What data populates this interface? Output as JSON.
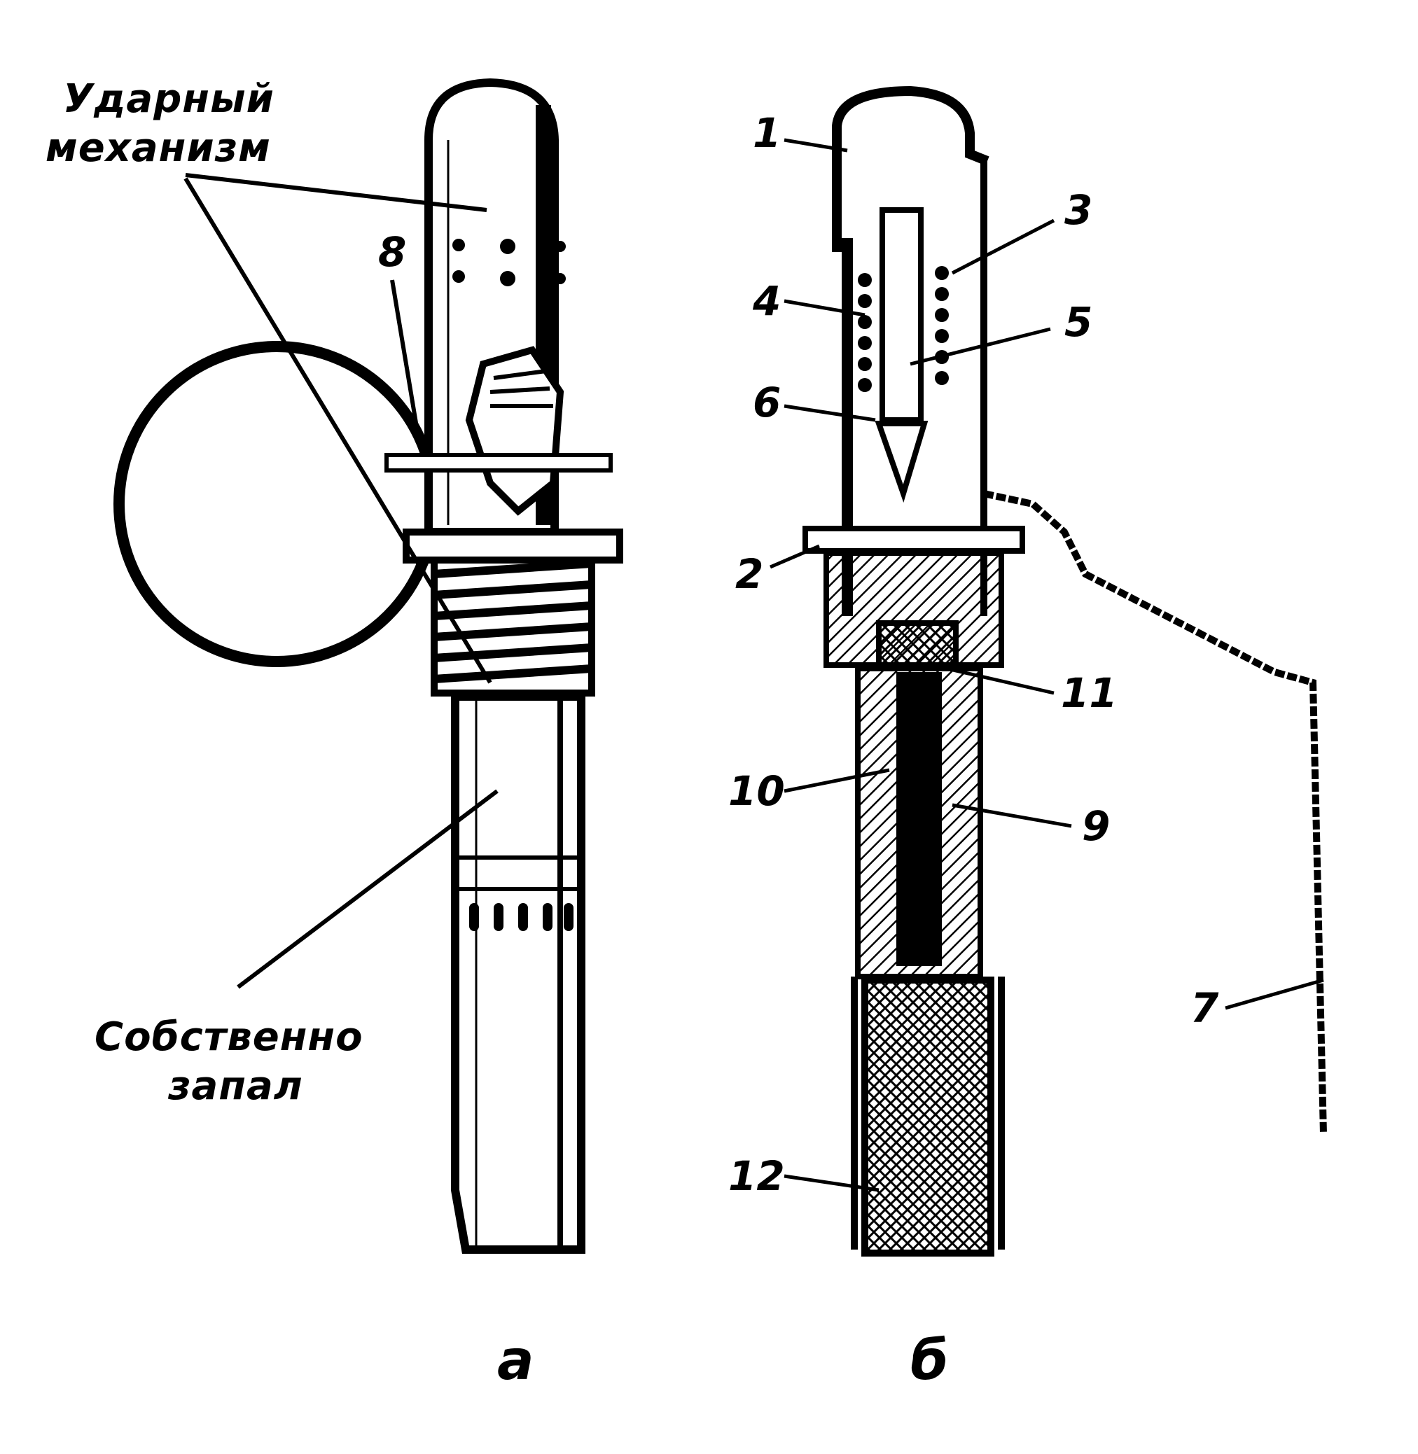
{
  "figure": {
    "part_a": {
      "caption": "а",
      "label_top_line1": "Ударный",
      "label_top_line2": "механизм",
      "label_bottom_line1": "Собственно",
      "label_bottom_line2": "запал",
      "callout_8": "8"
    },
    "part_b": {
      "caption": "б",
      "callouts": [
        "1",
        "2",
        "3",
        "4",
        "5",
        "6",
        "7",
        "9",
        "10",
        "11",
        "12"
      ]
    }
  }
}
